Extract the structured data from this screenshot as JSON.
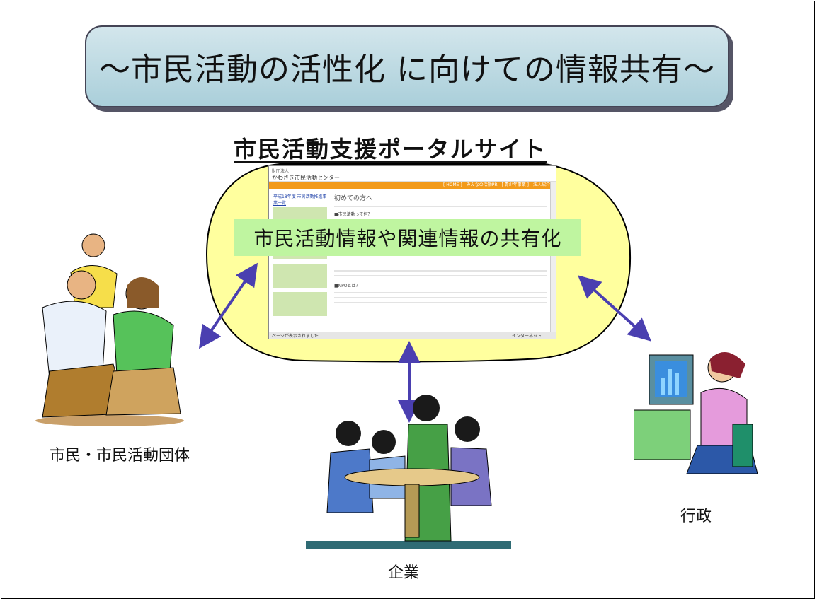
{
  "title": "～市民活動の活性化 に向けての情報共有～",
  "portal_title": "市民活動支援ポータルサイト",
  "share_label": "市民活動情報や関連情報の共有化",
  "screenshot": {
    "org_small": "財団法人",
    "org_name": "かわさき市民活動センター",
    "nav": "[ HOME ]　みんなの活動PR　[ 青少年事業 ]　法人紹介",
    "heading": "初めての方へ",
    "q1": "■市民活動って何？",
    "q2": "■NPOとは？",
    "side_link": "平成18年度 市民活動推進事業一覧",
    "status": "ページが表示されました",
    "zone": "インターネット"
  },
  "actors": {
    "citizens": "市民・市民活動団体",
    "business": "企業",
    "government": "行政"
  },
  "colors": {
    "blob_fill": "#ffff9e",
    "arrow": "#4a3fb0",
    "share_band": "#bff5a0",
    "title_box": "#bcdde6"
  }
}
